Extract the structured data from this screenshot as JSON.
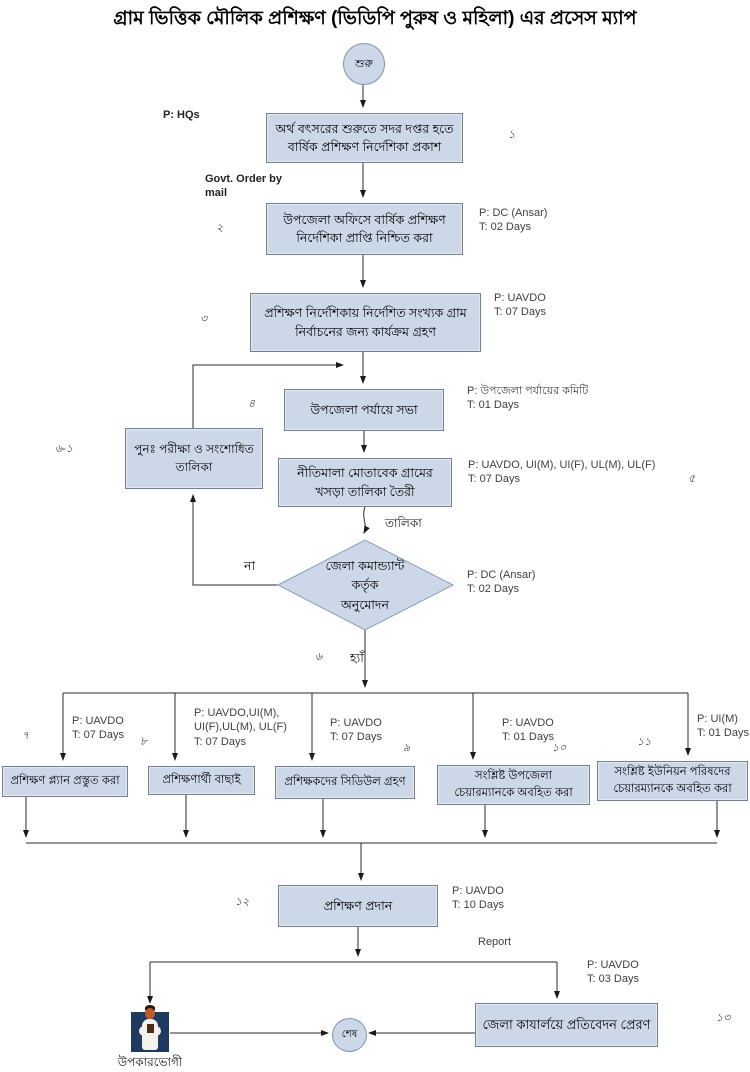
{
  "title": "গ্রাম ভিত্তিক মৌলিক প্রশিক্ষণ (ভিডিপি পুরুষ ও মহিলা) এর প্রসেস ম্যাপ",
  "colors": {
    "node_fill": "#ccd8e8",
    "node_border": "#74808f",
    "connector": "#1a1a1a",
    "annotation_text": "#3f3f3f",
    "person_bg": "#1e3a5f"
  },
  "nodes": {
    "start": {
      "label": "শুরু"
    },
    "n1": {
      "num": "১",
      "lines": [
        "অর্থ বৎসরের শুরুতে সদর দপ্তর হতে",
        "বার্ষিক প্রশিক্ষণ নির্দেশিকা প্রকাশ"
      ]
    },
    "n2": {
      "num": "২",
      "lines": [
        "উপজেলা অফিসে বার্ষিক প্রশিক্ষণ",
        "নির্দেশিকা প্রাপ্তি নিশ্চিত করা"
      ]
    },
    "n3": {
      "num": "৩",
      "lines": [
        "প্রশিক্ষণ নির্দেশিকায় নির্দেশিত সংখ্যক গ্রাম",
        "নির্বাচনের জন্য কার্যক্রম গ্রহণ"
      ]
    },
    "n4": {
      "num": "৪",
      "lines": [
        "উপজেলা পর্যায়ে সভা"
      ]
    },
    "n5": {
      "num": "৫",
      "lines": [
        "নীতিমালা মোতাবেক গ্রামের",
        "খসড়া তালিকা তৈরী"
      ]
    },
    "n6": {
      "num": "৬",
      "lines": [
        "জেলা কমান্ড্যান্ট",
        "কর্তৃক",
        "অনুমোদন"
      ]
    },
    "n6_1": {
      "num": "৬-১",
      "lines": [
        "পুনঃ পরীক্ষা ও সংশোধিত",
        "তালিকা"
      ]
    },
    "n7": {
      "num": "৭",
      "lines": [
        "প্রশিক্ষণ প্ল্যান প্রস্তুত করা"
      ]
    },
    "n8": {
      "num": "৮",
      "lines": [
        "প্রশিক্ষণার্থী বাছাই"
      ]
    },
    "n9": {
      "num": "৯",
      "lines": [
        "প্রশিক্ষকদের সিডিউল গ্রহণ"
      ]
    },
    "n10": {
      "num": "১০",
      "lines": [
        "সংশ্লিষ্ট উপজেলা",
        "চেয়ারম্যানকে অবহিত করা"
      ]
    },
    "n11": {
      "num": "১১",
      "lines": [
        "সংশ্লিষ্ট ইউনিয়ন পরিষদের",
        "চেয়ারম্যানকে অবহিত করা"
      ]
    },
    "n12": {
      "num": "১২",
      "lines": [
        "প্রশিক্ষণ প্রদান"
      ]
    },
    "n13": {
      "num": "১৩",
      "lines": [
        "জেলা কাযার্লয়ে প্রতিবেদন প্রেরণ"
      ]
    },
    "end": {
      "label": "শেষ"
    }
  },
  "annotations": {
    "a1": {
      "lines": [
        "P: HQs"
      ]
    },
    "a2": {
      "lines": [
        "Govt. Order by",
        "mail"
      ]
    },
    "a3": {
      "lines": [
        "P: DC (Ansar)",
        "T: 02 Days"
      ]
    },
    "a4": {
      "lines": [
        "P: UAVDO",
        "T: 07 Days"
      ]
    },
    "a5": {
      "lines": [
        "P: উপজেলা পর্যায়ের কমিটি",
        "T: 01 Days"
      ]
    },
    "a6": {
      "lines": [
        "P: UAVDO, UI(M), UI(F), UL(M), UL(F)",
        "T: 07 Days"
      ]
    },
    "a7": {
      "lines": [
        "P: DC (Ansar)",
        "T: 02 Days"
      ]
    },
    "a8": {
      "lines": [
        "P: UAVDO",
        "T: 07 Days"
      ]
    },
    "a9": {
      "lines": [
        "P:   UAVDO,UI(M),",
        "UI(F),UL(M), UL(F)",
        "T: 07 Days"
      ]
    },
    "a10": {
      "lines": [
        "P: UAVDO",
        "T: 07 Days"
      ]
    },
    "a11": {
      "lines": [
        "P: UAVDO",
        "T: 01 Days"
      ]
    },
    "a12": {
      "lines": [
        "P: UI(M)",
        "T: 01 Days"
      ]
    },
    "a13": {
      "lines": [
        "P: UAVDO",
        "T: 10 Days"
      ]
    },
    "a14": {
      "lines": [
        "P: UAVDO",
        "T: 03 Days"
      ]
    }
  },
  "edge_labels": {
    "no": "না",
    "yes": "হ্যাঁ",
    "list": "তালিকা",
    "report": "Report",
    "beneficiary": "উপকারভোগী"
  }
}
